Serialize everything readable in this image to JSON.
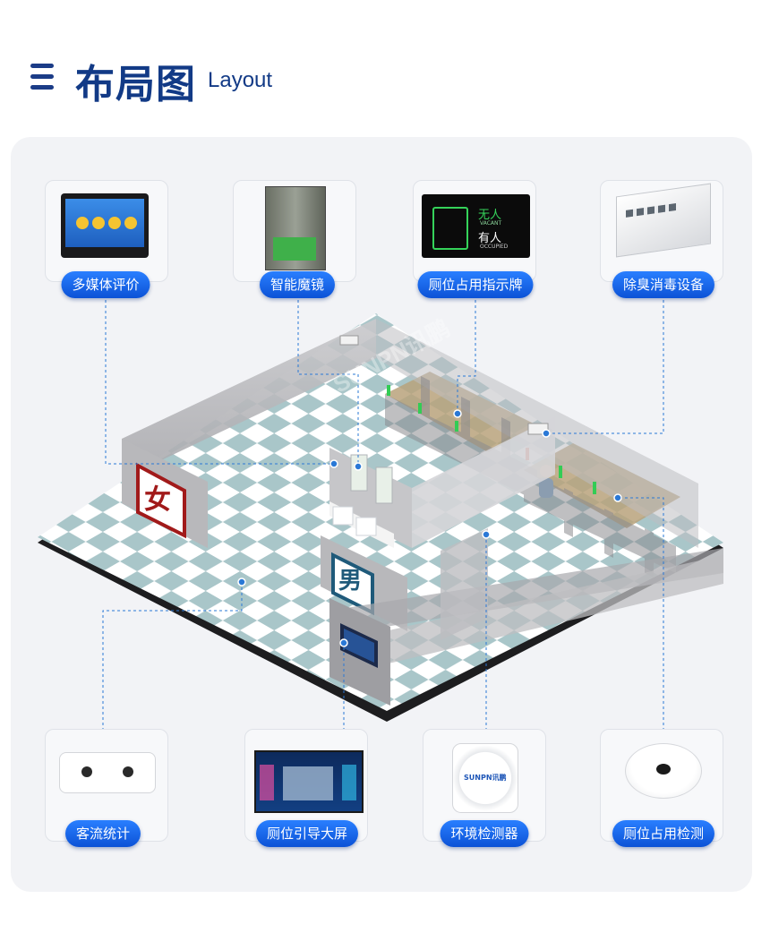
{
  "header": {
    "title": "布局图",
    "subtitle": "Layout"
  },
  "sign": {
    "vacant_cn": "无人",
    "vacant_en": "VACANT",
    "occupied_cn": "有人",
    "occupied_en": "OCCUPIED"
  },
  "sensor_brand": "SUNPN讯鹏",
  "watermark": "SUNPN讯鹏",
  "wall_signs": {
    "female": "女",
    "male": "男"
  },
  "devices": [
    {
      "label": "多媒体评价"
    },
    {
      "label": "智能魔镜"
    },
    {
      "label": "厕位占用指示牌"
    },
    {
      "label": "除臭消毒设备"
    },
    {
      "label": "客流统计"
    },
    {
      "label": "厕位引导大屏"
    },
    {
      "label": "环境检测器"
    },
    {
      "label": "厕位占用检测"
    }
  ],
  "colors": {
    "accent": "#1561e6",
    "title": "#123a86",
    "floor_tile": "#a9c6c9"
  }
}
